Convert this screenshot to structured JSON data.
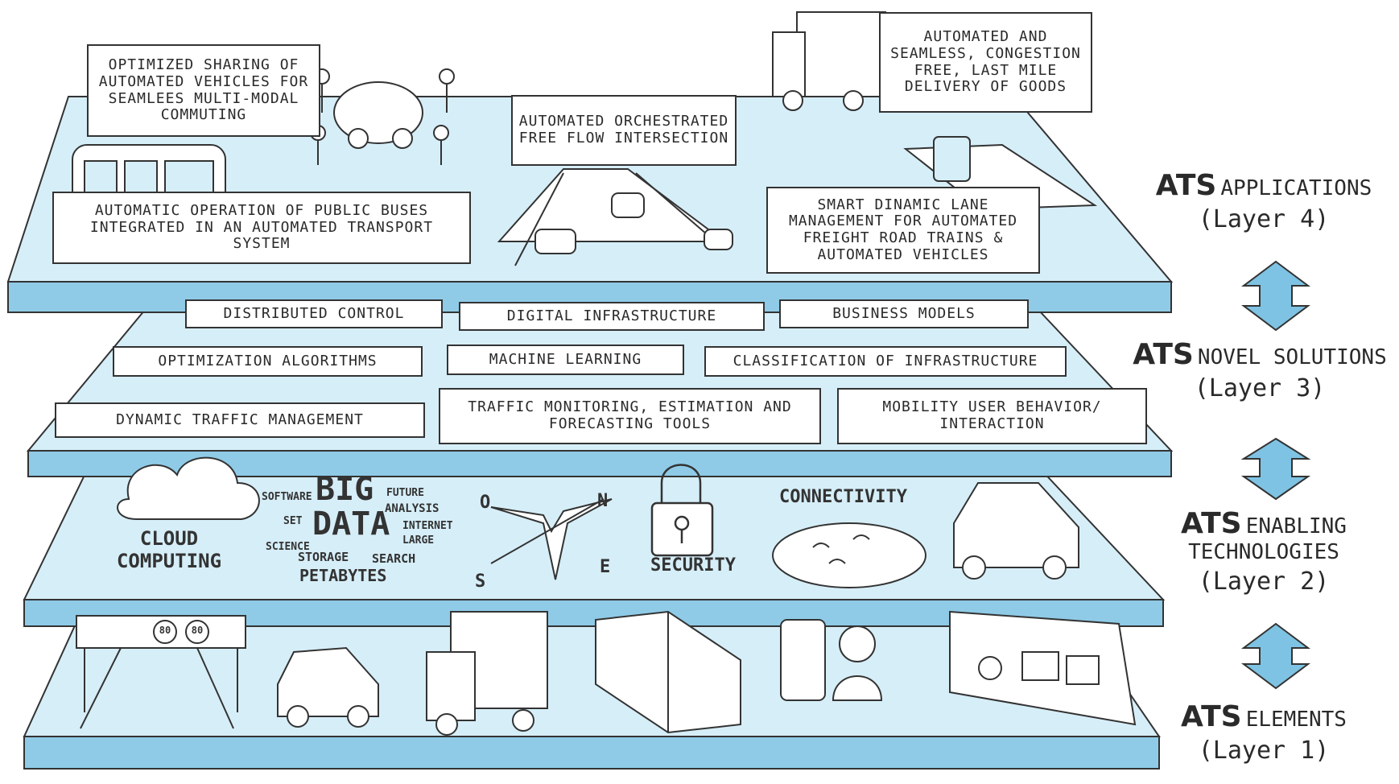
{
  "layer4": {
    "sharing": "Optimized sharing of automated vehicles for seamlees multi-modal commuting",
    "delivery": "Automated and seamless, congestion free, last mile delivery of goods",
    "intersection": "Automated orchestrated free flow intersection",
    "buses": "Automatic operation of public buses integrated in an automated transport system",
    "lanes": "Smart dinamic lane management for automated freight road trains & automated vehicles"
  },
  "layer3": {
    "items": [
      "Distributed control",
      "Digital infrastructure",
      "Business models",
      "Optimization algorithms",
      "Machine learning",
      "Classification of infrastructure",
      "Dynamic traffic management",
      "Traffic monitoring, estimation and forecasting tools",
      "Mobility user behavior/ interaction"
    ]
  },
  "layer2": {
    "cloud": "Cloud computing",
    "big": "Big",
    "data": "Data",
    "software": "Software",
    "set": "Set",
    "science": "Science",
    "future": "Future",
    "analysis": "Analysis",
    "internet": "Internet",
    "large": "Large",
    "storage": "Storage",
    "search": "Search",
    "petabytes": "Petabytes",
    "security": "Security",
    "connectivity": "Connectivity",
    "compass_n": "N",
    "compass_o": "O",
    "compass_s": "S",
    "compass_e": "E"
  },
  "layer1": {
    "sign1": "80",
    "sign2": "80"
  },
  "side_labels": {
    "l4_main": "ATS",
    "l4_sub": "Applications",
    "l4_layer": "(Layer 4)",
    "l3_main": "ATS",
    "l3_sub": "Novel solutions",
    "l3_layer": "(Layer 3)",
    "l2_main": "ATS",
    "l2_sub1": "Enabling",
    "l2_sub2": "technologies",
    "l2_layer": "(Layer 2)",
    "l1_main": "ATS",
    "l1_sub": "Elements",
    "l1_layer": "(Layer 1)"
  },
  "colors": {
    "platform_top": "#d6eef8",
    "platform_edge": "#8fcbe7",
    "arrow": "#7ec3e3",
    "ink": "#333333"
  }
}
